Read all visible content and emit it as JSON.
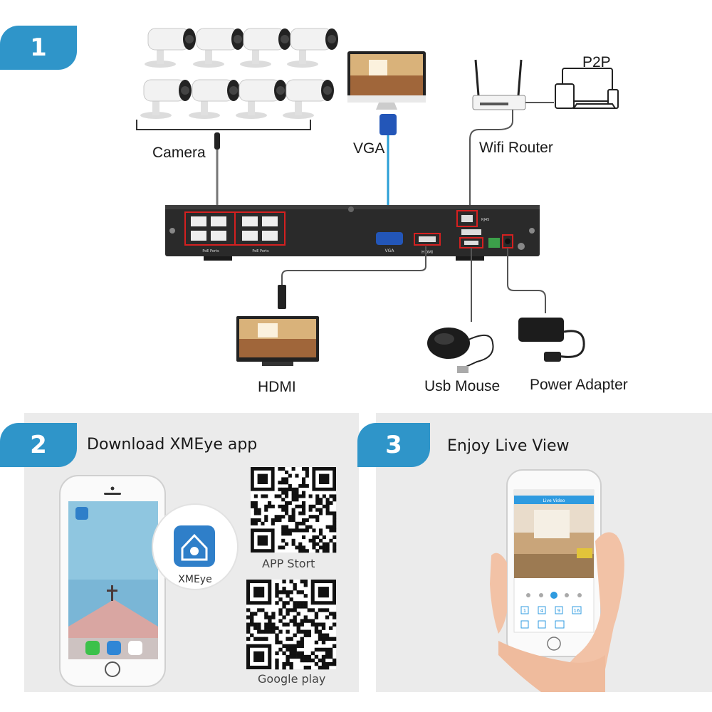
{
  "steps": [
    {
      "number": "1"
    },
    {
      "number": "2",
      "title": "Download XMEye app"
    },
    {
      "number": "3",
      "title": "Enjoy Live View"
    }
  ],
  "diagram": {
    "camera_label": "Camera",
    "vga_label": "VGA",
    "router_label": "Wifi Router",
    "p2p_label": "P2P",
    "hdmi_label": "HDMI",
    "mouse_label": "Usb Mouse",
    "power_label": "Power Adapter",
    "nvr_vga_port_text": "VGA",
    "nvr_hdmi_port_text": "HDMI",
    "nvr_poe_text_left": "PoE Ports",
    "nvr_poe_text_right": "PoE Ports",
    "nvr_rj45_text": "RJ45"
  },
  "app": {
    "app_name": "XMEye",
    "qr_ios_label": "APP  Stort",
    "qr_android_label": "Google play"
  },
  "live_view": {
    "screen_title": "Live Video",
    "grid_numbers": [
      "1",
      "4",
      "9",
      "16"
    ]
  },
  "colors": {
    "accent": "#2f95c9",
    "panel_bg": "#ebebeb",
    "highlight_red": "#d42020",
    "cable_blue": "#2a9fd6"
  }
}
